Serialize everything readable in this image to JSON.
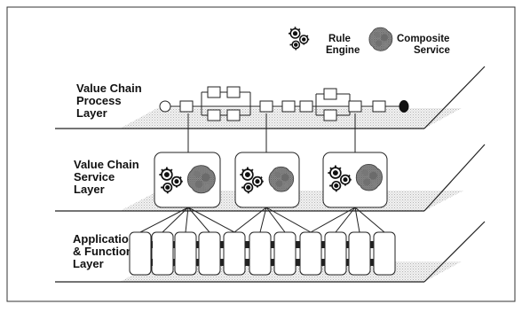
{
  "legend": {
    "rule_engine": [
      "Rule",
      "Engine"
    ],
    "composite_service": [
      "Composite",
      "Service"
    ]
  },
  "layers": {
    "process": [
      "Value Chain",
      "Process",
      "Layer"
    ],
    "service": [
      "Value Chain",
      "Service",
      "Layer"
    ],
    "function": [
      "Application",
      "& Function",
      "Layer"
    ]
  },
  "icons": {
    "rule_engine": "gears-icon",
    "composite_service": "blob-cluster-icon"
  },
  "colors": {
    "plane": "#d6d6d6",
    "line": "#222222",
    "end_node": "#111111"
  }
}
